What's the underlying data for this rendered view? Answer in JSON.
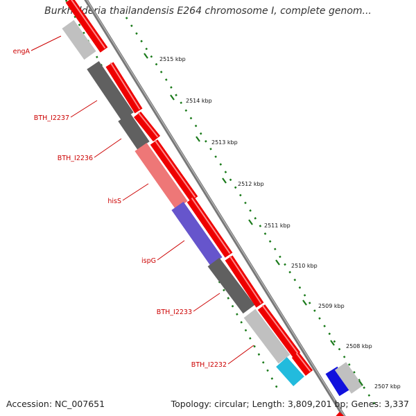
{
  "title": "Burkholderia thailandensis E264 chromosome I, complete genom...",
  "footer": {
    "accession": "Accession: NC_007651",
    "summary": "Topology: circular; Length: 3,809,201 bp; Genes: 3,337"
  },
  "colors": {
    "background": "#ffffff",
    "cds_red": "#ee0000",
    "backbone": "#777777",
    "tick_green": "#1a7a1a",
    "label_red": "#cc0000",
    "gray_dark": "#606060",
    "gray_light": "#c0c0c0",
    "pink": "#ee7777",
    "purple": "#6655cc",
    "cyan": "#22bbdd",
    "blue": "#1111dd"
  },
  "kbp_ticks": [
    "2515 kbp",
    "2514 kbp",
    "2513 kbp",
    "2512 kbp",
    "2511 kbp",
    "2510 kbp",
    "2509 kbp",
    "2508 kbp",
    "2507 kbp"
  ],
  "gene_labels": [
    "engA",
    "BTH_I2237",
    "BTH_I2236",
    "hisS",
    "ispG",
    "BTH_I2233",
    "BTH_I2232"
  ]
}
